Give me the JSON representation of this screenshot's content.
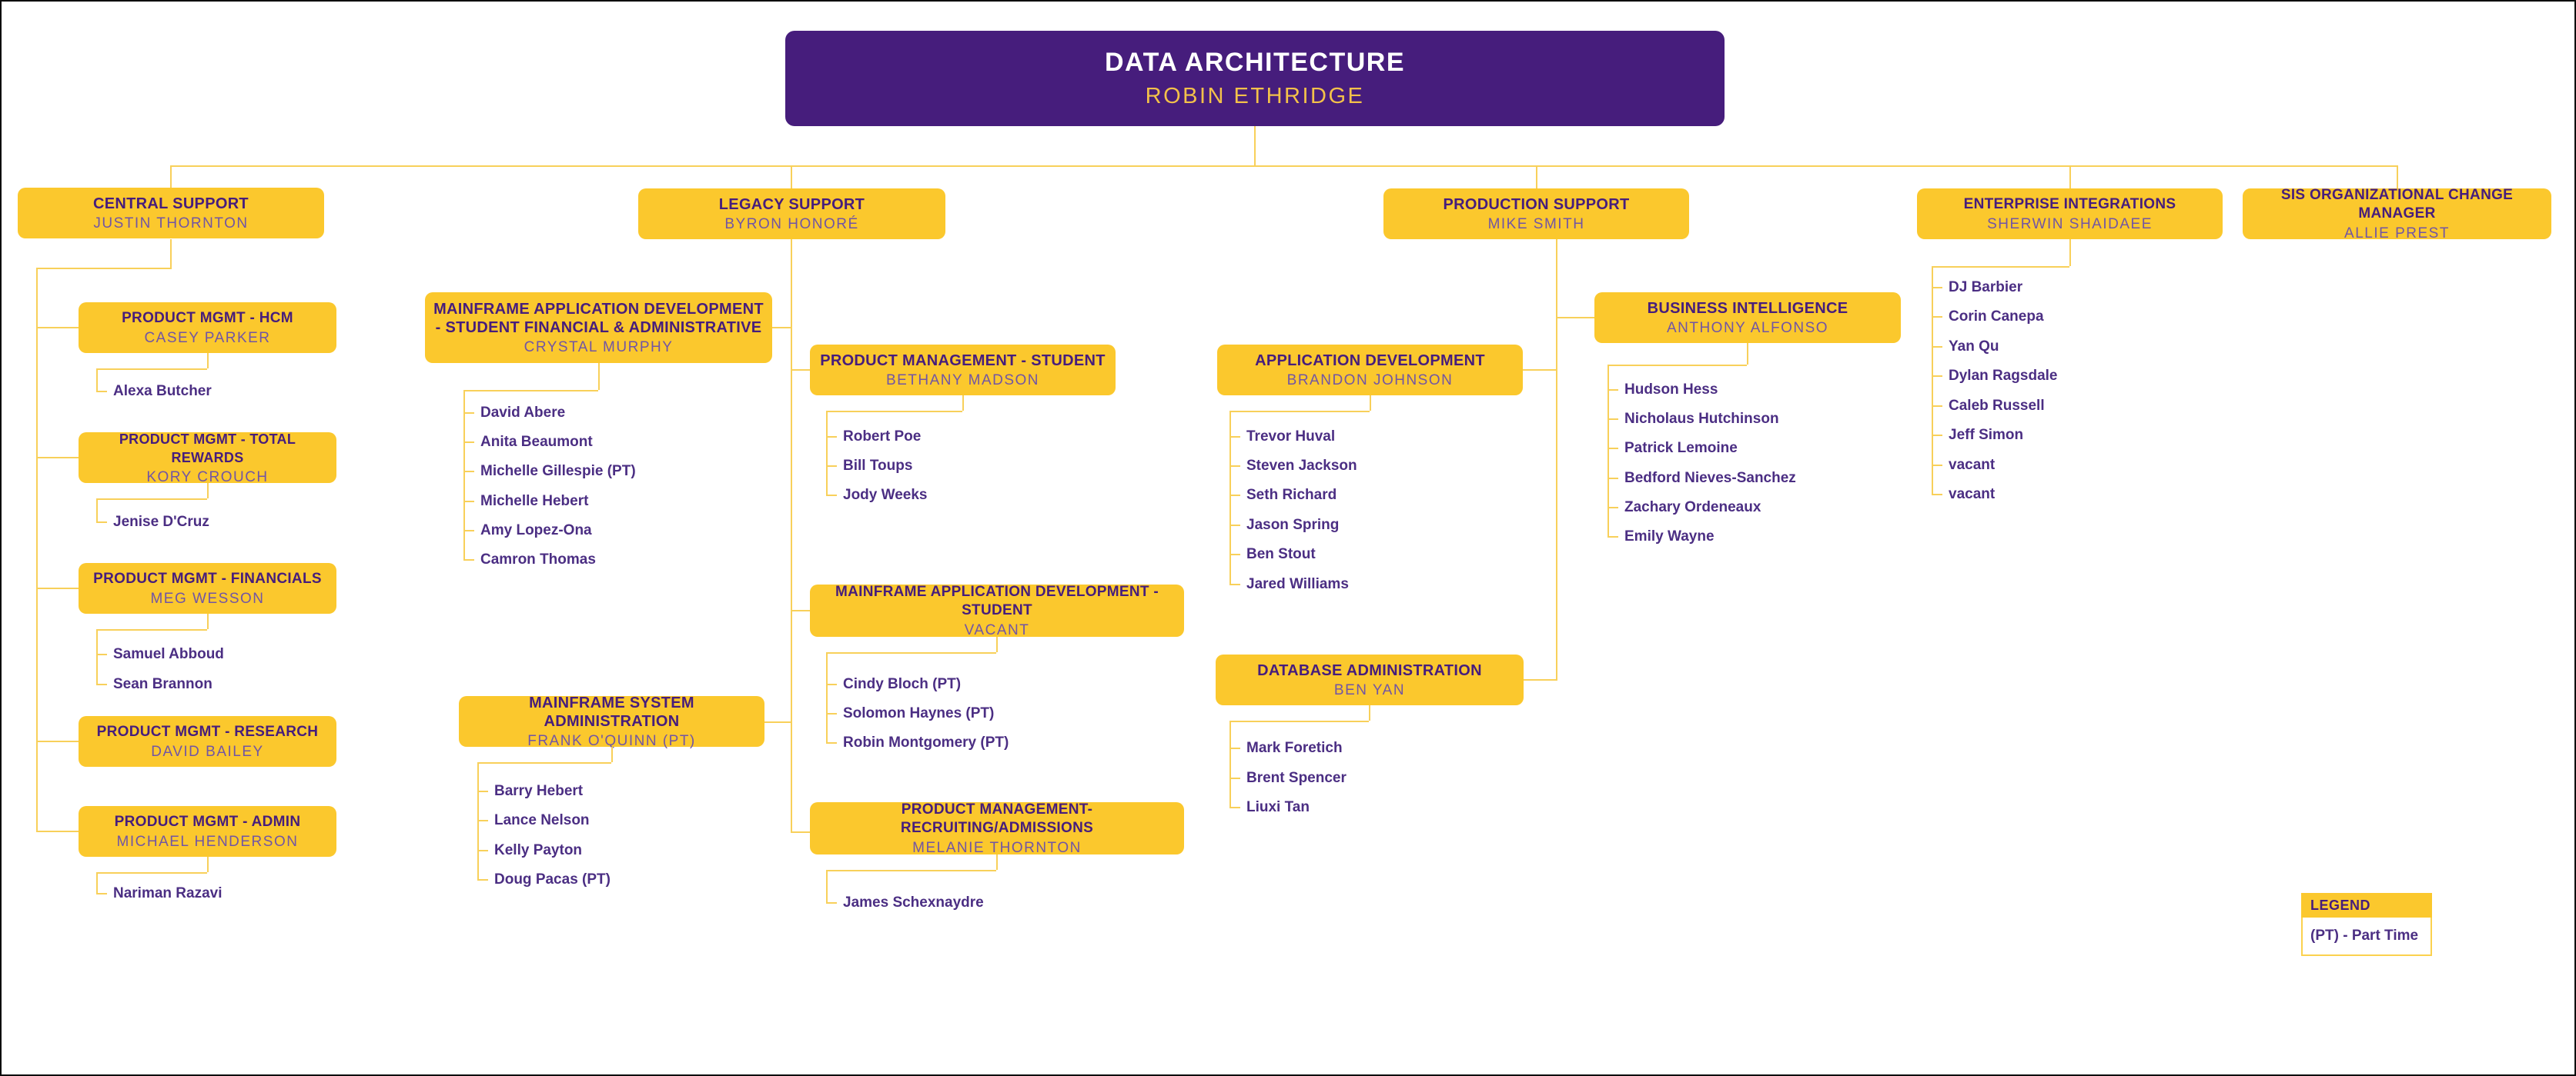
{
  "root": {
    "title": "DATA ARCHITECTURE",
    "name": "ROBIN ETHRIDGE"
  },
  "colors": {
    "purple": "#461D7C",
    "gold": "#FBC82D",
    "connector": "#F8D05A",
    "title_text": "#461D7C",
    "subtitle_text": "#7155A5",
    "report_text": "#4B2E83",
    "root_title_text": "#FFFFFF",
    "root_name_text": "#F3C14A"
  },
  "nodes": [
    {
      "id": "central-support",
      "title": "CENTRAL SUPPORT",
      "name": "JUSTIN THORNTON",
      "reports": []
    },
    {
      "id": "legacy-support",
      "title": "LEGACY SUPPORT",
      "name": "BYRON HONORÉ",
      "reports": []
    },
    {
      "id": "production-support",
      "title": "PRODUCTION SUPPORT",
      "name": "MIKE SMITH",
      "reports": []
    },
    {
      "id": "enterprise-integrations",
      "title": "ENTERPRISE INTEGRATIONS",
      "name": "SHERWIN SHAIDAEE",
      "reports": [
        "DJ Barbier",
        "Corin Canepa",
        "Yan Qu",
        "Dylan Ragsdale",
        "Caleb Russell",
        "Jeff Simon",
        "vacant",
        "vacant"
      ]
    },
    {
      "id": "sis-ocm",
      "title": "SIS ORGANIZATIONAL CHANGE MANAGER",
      "name": "ALLIE PREST",
      "reports": []
    },
    {
      "id": "pm-hcm",
      "title": "PRODUCT MGMT - HCM",
      "name": "CASEY PARKER",
      "reports": [
        "Alexa Butcher"
      ]
    },
    {
      "id": "pm-total-rewards",
      "title": "PRODUCT MGMT - TOTAL REWARDS",
      "name": "KORY CROUCH",
      "reports": [
        "Jenise D'Cruz"
      ]
    },
    {
      "id": "pm-financials",
      "title": "PRODUCT MGMT - FINANCIALS",
      "name": "MEG WESSON",
      "reports": [
        "Samuel Abboud",
        "Sean Brannon"
      ]
    },
    {
      "id": "pm-research",
      "title": "PRODUCT MGMT - RESEARCH",
      "name": "DAVID BAILEY",
      "reports": []
    },
    {
      "id": "pm-admin",
      "title": "PRODUCT MGMT - ADMIN",
      "name": "MICHAEL HENDERSON",
      "reports": [
        "Nariman Razavi"
      ]
    },
    {
      "id": "mf-ad-sfa",
      "title": "MAINFRAME APPLICATION  DEVELOPMENT - STUDENT FINANCIAL & ADMINISTRATIVE",
      "name": "CRYSTAL MURPHY",
      "reports": [
        "David Abere",
        "Anita Beaumont",
        "Michelle Gillespie (PT)",
        "Michelle Hebert",
        "Amy Lopez-Ona",
        "Camron Thomas"
      ]
    },
    {
      "id": "mf-sys-admin",
      "title": "MAINFRAME SYSTEM ADMINISTRATION",
      "name": "FRANK O'QUINN (PT)",
      "reports": [
        "Barry Hebert",
        "Lance Nelson",
        "Kelly Payton",
        "Doug Pacas (PT)"
      ]
    },
    {
      "id": "pm-student",
      "title": "PRODUCT MANAGEMENT - STUDENT",
      "name": "BETHANY MADSON",
      "reports": [
        "Robert Poe",
        "Bill Toups",
        "Jody Weeks"
      ]
    },
    {
      "id": "mf-ad-student",
      "title": "MAINFRAME APPLICATION DEVELOPMENT - STUDENT",
      "name": "VACANT",
      "reports": [
        "Cindy Bloch (PT)",
        "Solomon Haynes (PT)",
        "Robin Montgomery (PT)"
      ]
    },
    {
      "id": "pm-recruiting",
      "title": "PRODUCT MANAGEMENT- RECRUITING/ADMISSIONS",
      "name": "MELANIE THORNTON",
      "reports": [
        "James Schexnaydre"
      ]
    },
    {
      "id": "app-dev",
      "title": "APPLICATION DEVELOPMENT",
      "name": "BRANDON JOHNSON",
      "reports": [
        "Trevor Huval",
        "Steven Jackson",
        "Seth Richard",
        "Jason Spring",
        "Ben Stout",
        "Jared Williams"
      ]
    },
    {
      "id": "dba",
      "title": "DATABASE ADMINISTRATION",
      "name": "BEN YAN",
      "reports": [
        "Mark Foretich",
        "Brent Spencer",
        "Liuxi Tan"
      ]
    },
    {
      "id": "bi",
      "title": "BUSINESS INTELLIGENCE",
      "name": "ANTHONY ALFONSO",
      "reports": [
        "Hudson Hess",
        "Nicholaus Hutchinson",
        "Patrick Lemoine",
        "Bedford Nieves-Sanchez",
        "Zachary Ordeneaux",
        "Emily Wayne"
      ]
    }
  ],
  "legend": {
    "title": "LEGEND",
    "note": "(PT) - Part Time"
  }
}
